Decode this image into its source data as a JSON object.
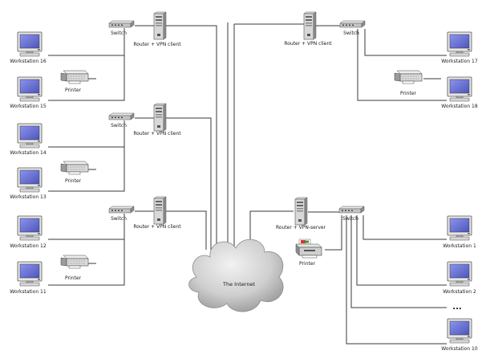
{
  "labels": {
    "ws16": "Workstation 16",
    "ws15": "Workstation 15",
    "ws14": "Workstation 14",
    "ws13": "Workstation 13",
    "ws12": "Workstation 12",
    "ws11": "Workstation 11",
    "ws17": "Workstation 17",
    "ws18": "Workstation 18",
    "ws1": "Workstation 1",
    "ws2": "Workstation 2",
    "ws10": "Workstation 10",
    "switch": "Switch",
    "router_client": "Router + VPN client",
    "router_server": "Router + VPN-server",
    "printer": "Printer",
    "internet": "The Internet",
    "ellipsis": "..."
  },
  "colors": {
    "wire": "#3a3a3a",
    "monitor_bezel": "#d9d9d9",
    "monitor_screen": "#6f78d8",
    "device_gray": "#bdbdbd",
    "cloud": "#cfcfcf"
  }
}
